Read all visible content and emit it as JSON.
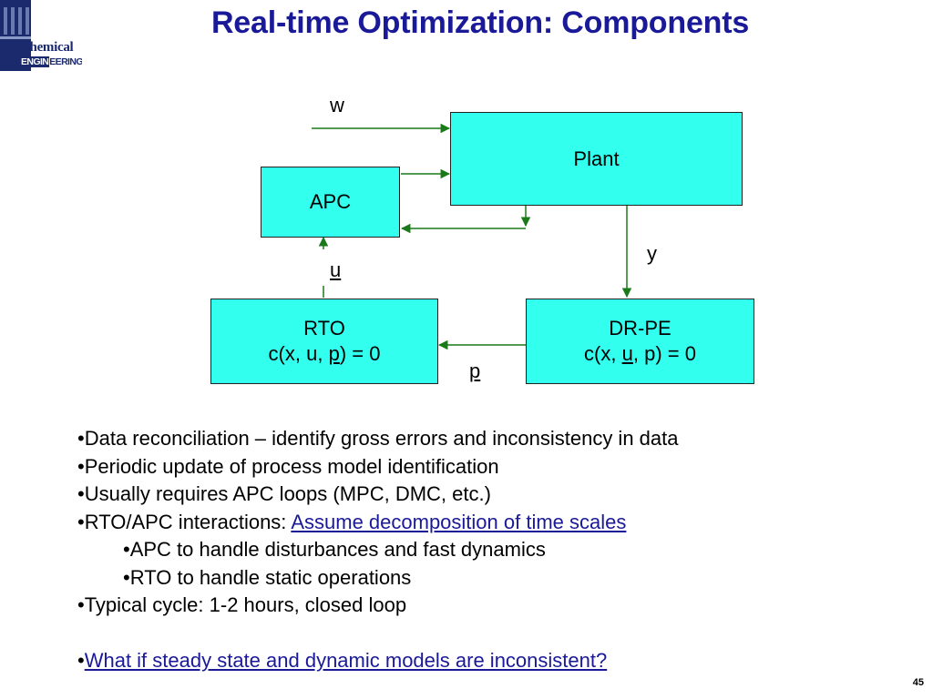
{
  "logo": {
    "line1": "Chemical",
    "line2_inv": "ENGIN",
    "line2_rest": "EERING"
  },
  "title": "Real-time Optimization: Components",
  "diagram": {
    "plant": "Plant",
    "apc": "APC",
    "rto_line1": "RTO",
    "rto_eq_pre": "c(x, u, ",
    "rto_eq_u": "p",
    "rto_eq_post": ") = 0",
    "drpe_line1": "DR-PE",
    "drpe_eq_pre": "c(x, ",
    "drpe_eq_u": "u",
    "drpe_eq_post": ", p) = 0",
    "label_w": "w",
    "label_y": "y",
    "label_u": "u",
    "label_p": "p",
    "arrow_color": "#1a7a1a",
    "box_color": "#33ffee"
  },
  "bullets": {
    "b1": "•Data reconciliation – identify gross errors and inconsistency in data",
    "b2": "•Periodic update of process model identification",
    "b3": "•Usually requires APC loops (MPC, DMC, etc.)",
    "b4_pre": "•RTO/APC interactions: ",
    "b4_link": "Assume decomposition of time scales",
    "b5": "•APC to handle disturbances and fast dynamics",
    "b6": "•RTO to handle static operations",
    "b7": "•Typical cycle: 1-2 hours, closed loop",
    "b8_pre": "•",
    "b8_link": "What if steady state and dynamic models are inconsistent?"
  },
  "page_number": "45"
}
